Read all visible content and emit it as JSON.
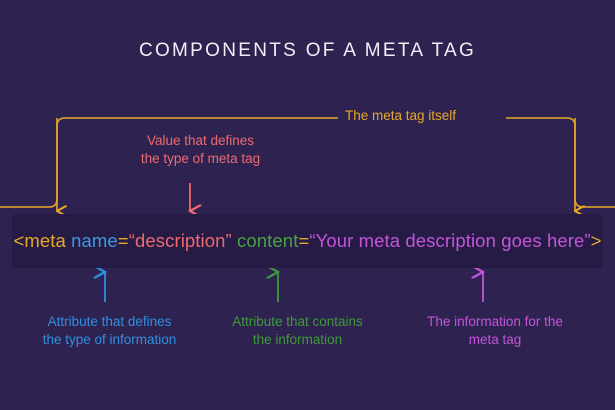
{
  "page": {
    "title": "COMPONENTS OF A META TAG",
    "background_color": "#2e2350"
  },
  "code": {
    "bar_background": "#251b45",
    "full_text": "<meta name=\"description\" content=\"Your meta description goes here\">",
    "tokens": [
      {
        "text": "<meta ",
        "color": "#e8a827",
        "role": "tag-name"
      },
      {
        "text": "name",
        "color": "#3b9ae1",
        "role": "attribute-name"
      },
      {
        "text": "=",
        "color": "#e8a827",
        "role": "punctuation"
      },
      {
        "text": "“description”",
        "color": "#ef6a70",
        "role": "attribute-value"
      },
      {
        "text": " ",
        "color": "#e8a827",
        "role": "space"
      },
      {
        "text": "content",
        "color": "#4aa244",
        "role": "attribute-name"
      },
      {
        "text": "=",
        "color": "#e8a827",
        "role": "punctuation"
      },
      {
        "text": "“Your meta description goes here”",
        "color": "#c455d9",
        "role": "attribute-value"
      },
      {
        "text": ">",
        "color": "#e8a827",
        "role": "punctuation"
      }
    ]
  },
  "annotations": {
    "meta_tag_itself": {
      "text": "The meta tag itself",
      "color": "#e8a827"
    },
    "value_defines": {
      "text": "Value that defines\nthe type of meta tag",
      "color": "#ef6a70"
    },
    "attribute_defines": {
      "text": "Attribute that defines\nthe type of information",
      "color": "#2f8fe0"
    },
    "attribute_contains": {
      "text": "Attribute that contains\nthe information",
      "color": "#3f9a3a"
    },
    "information_for": {
      "text": "The information for the\nmeta tag",
      "color": "#c455d9"
    }
  }
}
